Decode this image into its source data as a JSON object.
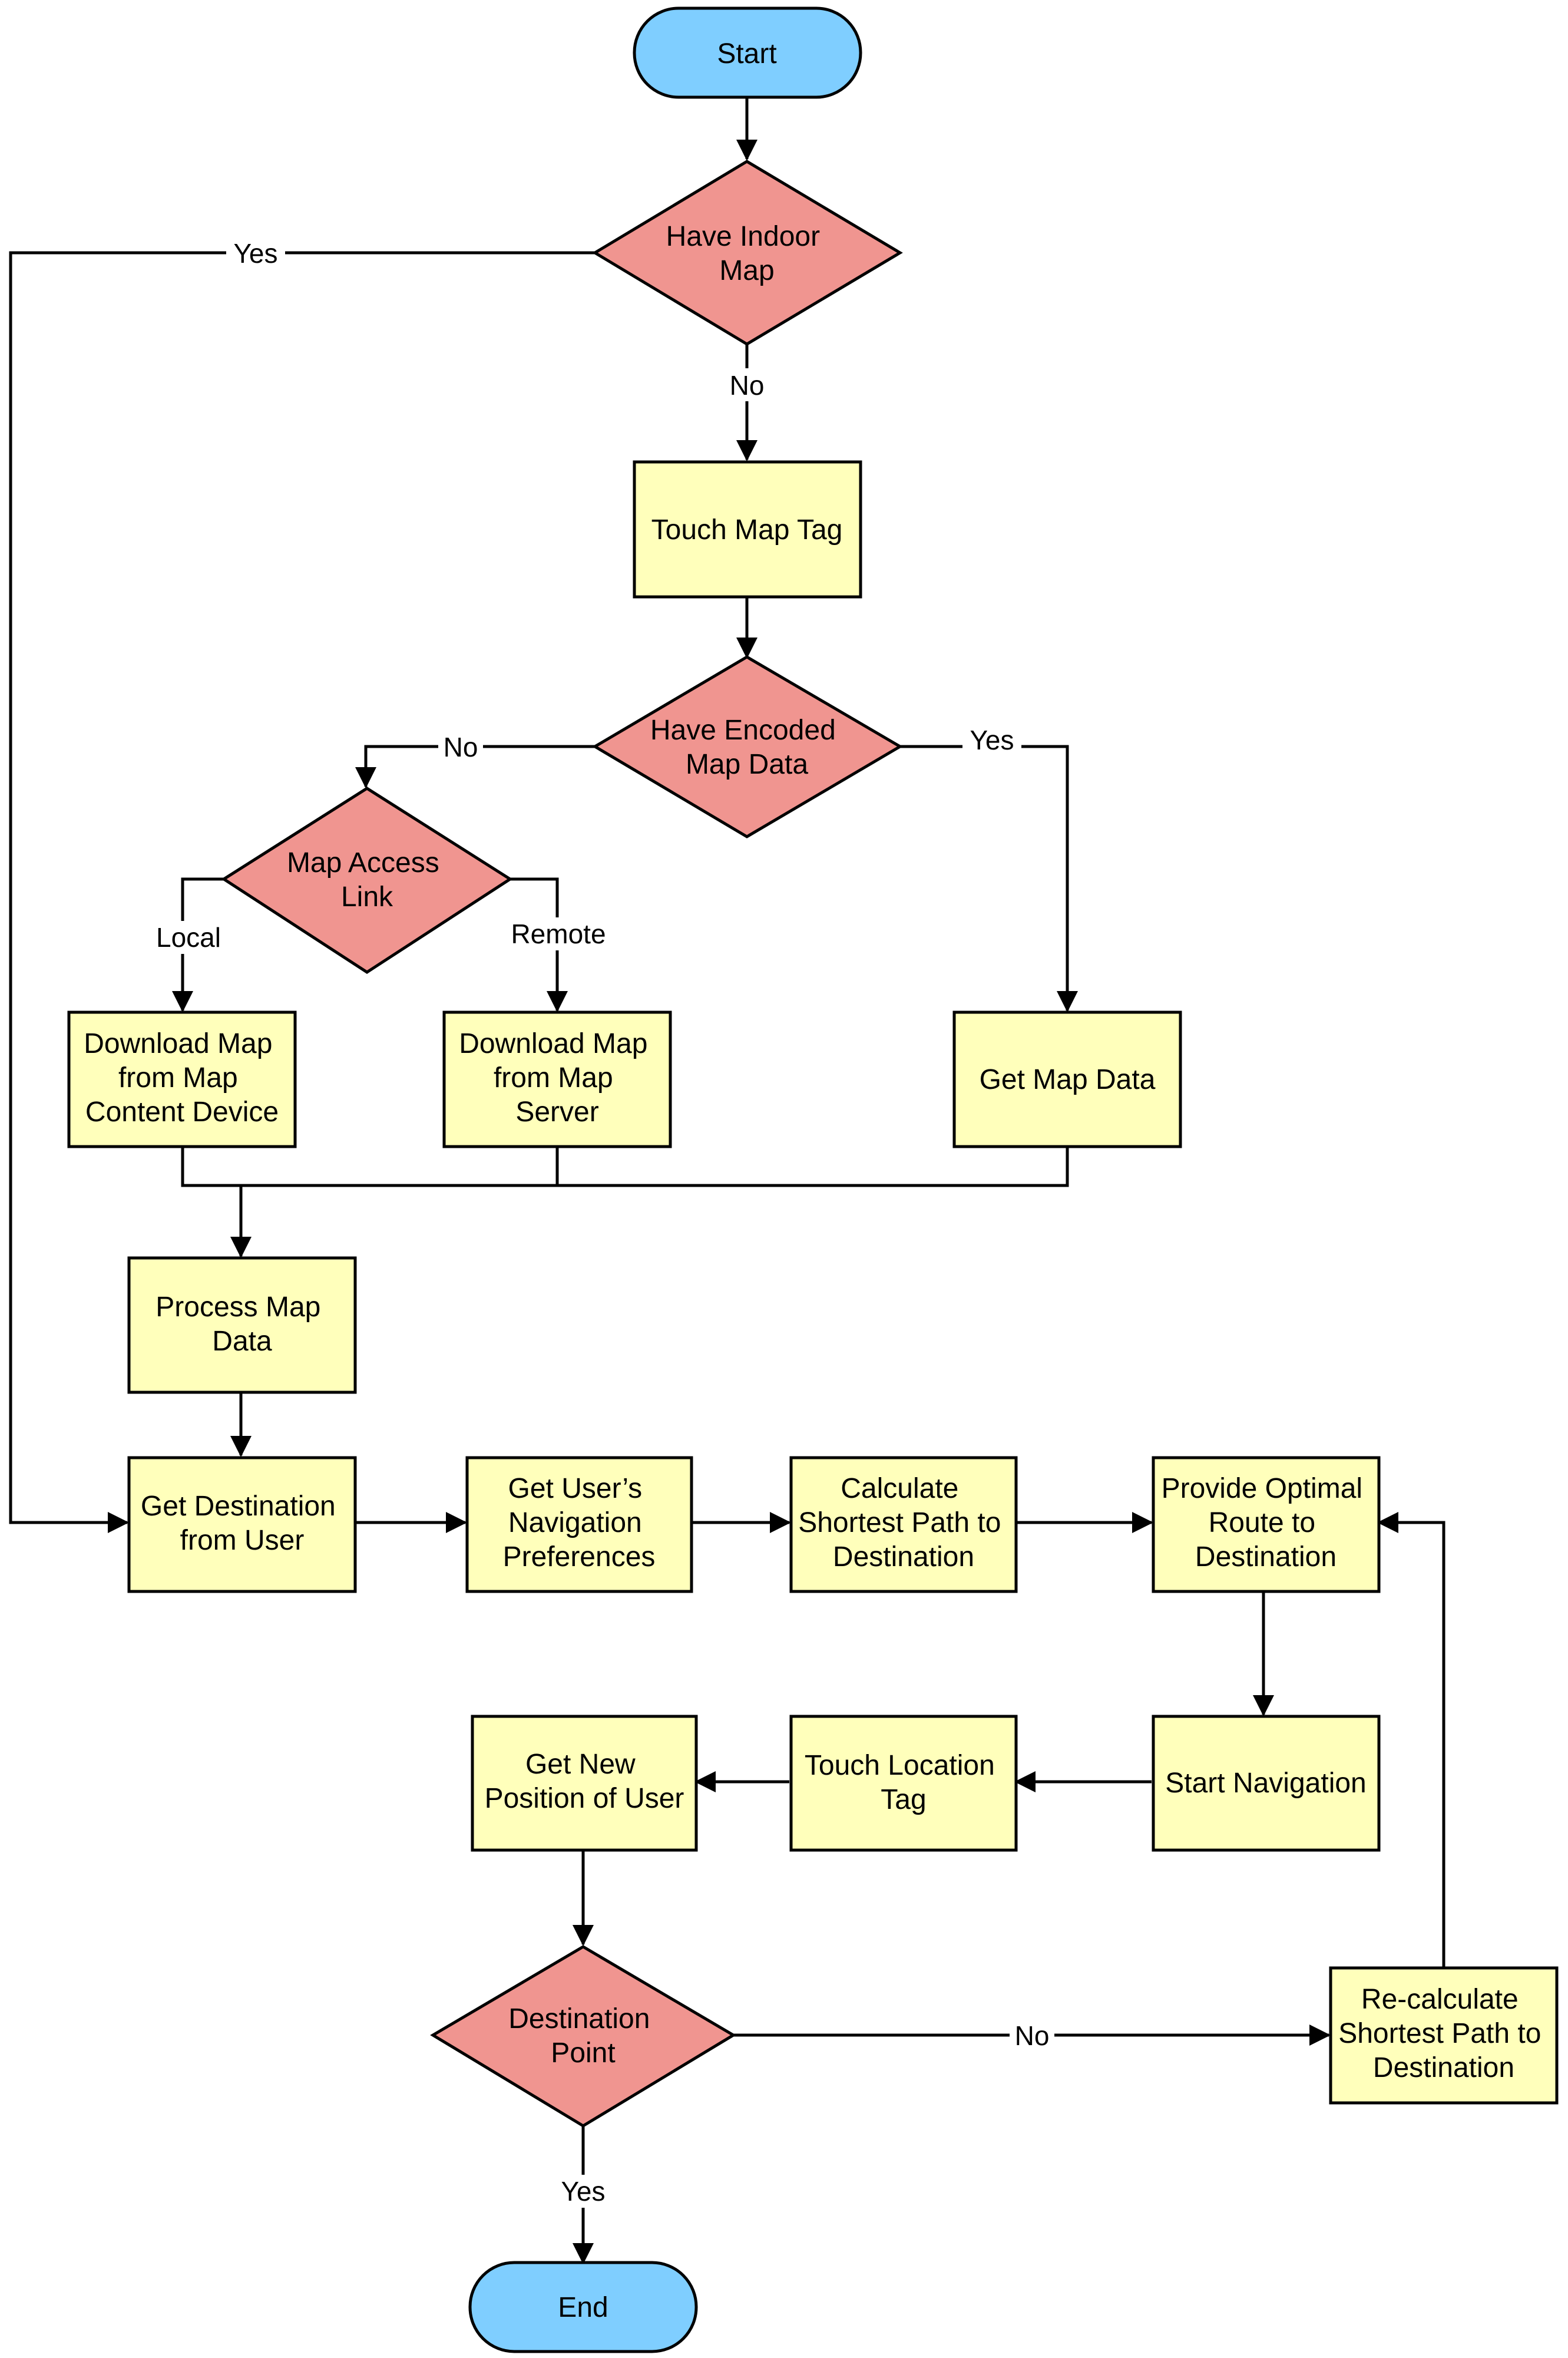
{
  "colors": {
    "terminal_fill": "#7FCEFF",
    "decision_fill": "#F09590",
    "process_fill": "#FFFFBB",
    "stroke": "#000000",
    "text": "#000000"
  },
  "nodes": {
    "start": {
      "lines": [
        "Start"
      ]
    },
    "have_indoor_map": {
      "lines": [
        "Have Indoor",
        "Map"
      ]
    },
    "touch_map_tag": {
      "lines": [
        "Touch Map Tag"
      ]
    },
    "have_encoded_map_data": {
      "lines": [
        "Have Encoded",
        "Map Data"
      ]
    },
    "map_access_link": {
      "lines": [
        "Map Access",
        "Link"
      ]
    },
    "download_map_content_device": {
      "lines": [
        "Download Map",
        "from Map",
        "Content Device"
      ]
    },
    "download_map_server": {
      "lines": [
        "Download Map",
        "from Map",
        "Server"
      ]
    },
    "get_map_data": {
      "lines": [
        "Get Map Data"
      ]
    },
    "process_map_data": {
      "lines": [
        "Process Map",
        "Data"
      ]
    },
    "get_destination": {
      "lines": [
        "Get Destination",
        "from User"
      ]
    },
    "get_preferences": {
      "lines": [
        "Get User’s",
        "Navigation",
        "Preferences"
      ]
    },
    "calculate_shortest_path": {
      "lines": [
        "Calculate",
        "Shortest Path to",
        "Destination"
      ]
    },
    "provide_optimal_route": {
      "lines": [
        "Provide Optimal",
        "Route to",
        "Destination"
      ]
    },
    "start_navigation": {
      "lines": [
        "Start Navigation"
      ]
    },
    "touch_location_tag": {
      "lines": [
        "Touch Location",
        "Tag"
      ]
    },
    "get_new_position": {
      "lines": [
        "Get New",
        "Position of User"
      ]
    },
    "destination_point": {
      "lines": [
        "Destination",
        "Point"
      ]
    },
    "recalculate_shortest_path": {
      "lines": [
        "Re-calculate",
        "Shortest Path to",
        "Destination"
      ]
    },
    "end": {
      "lines": [
        "End"
      ]
    }
  },
  "edge_labels": {
    "indoor_map_yes": "Yes",
    "indoor_map_no": "No",
    "encoded_no": "No",
    "encoded_yes": "Yes",
    "link_local": "Local",
    "link_remote": "Remote",
    "destination_no": "No",
    "destination_yes": "Yes"
  }
}
